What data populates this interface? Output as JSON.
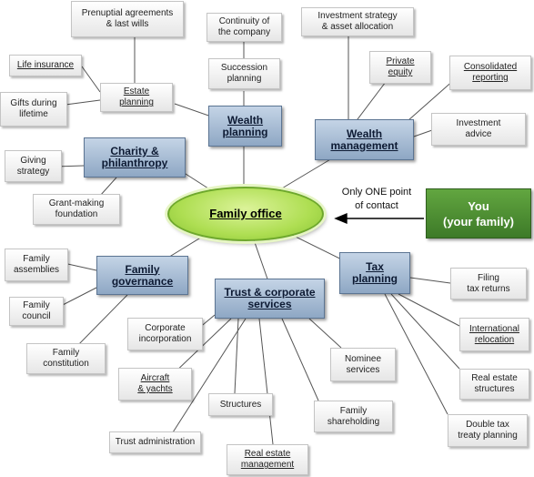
{
  "center": "Family office",
  "you": "You\n(your family)",
  "contact_note": "Only ONE point\nof contact",
  "main": {
    "wealth_planning": "Wealth\nplanning",
    "wealth_management": "Wealth\nmanagement",
    "charity": "Charity &\nphilanthropy",
    "family_governance": "Family\ngovernance",
    "trust_corporate": "Trust & corporate\nservices",
    "tax_planning": "Tax\nplanning"
  },
  "leaves": {
    "prenup": "Prenuptial agreements\n& last wills",
    "continuity": "Continuity of\nthe company",
    "investment_strategy": "Investment strategy\n& asset allocation",
    "life_insurance": "Life insurance",
    "succession": "Succession\nplanning",
    "private_equity": "Private\nequity",
    "consolidated": "Consolidated\nreporting",
    "estate": "Estate\nplanning",
    "gifts": "Gifts during\nlifetime",
    "investment_advice": "Investment\nadvice",
    "giving": "Giving\nstrategy",
    "grant": "Grant-making\nfoundation",
    "assemblies": "Family\nassemblies",
    "council": "Family\ncouncil",
    "constitution": "Family\nconstitution",
    "corporate_inc": "Corporate\nincorporation",
    "aircraft": "Aircraft\n& yachts",
    "structures": "Structures",
    "trust_admin": "Trust administration",
    "real_estate_mgmt": "Real estate\nmanagement",
    "family_shareholding": "Family\nshareholding",
    "nominee": "Nominee\nservices",
    "filing": "Filing\ntax returns",
    "intl_relocation": "International\nrelocation",
    "real_estate_structures": "Real estate\nstructures",
    "double_tax": "Double tax\ntreaty planning"
  }
}
